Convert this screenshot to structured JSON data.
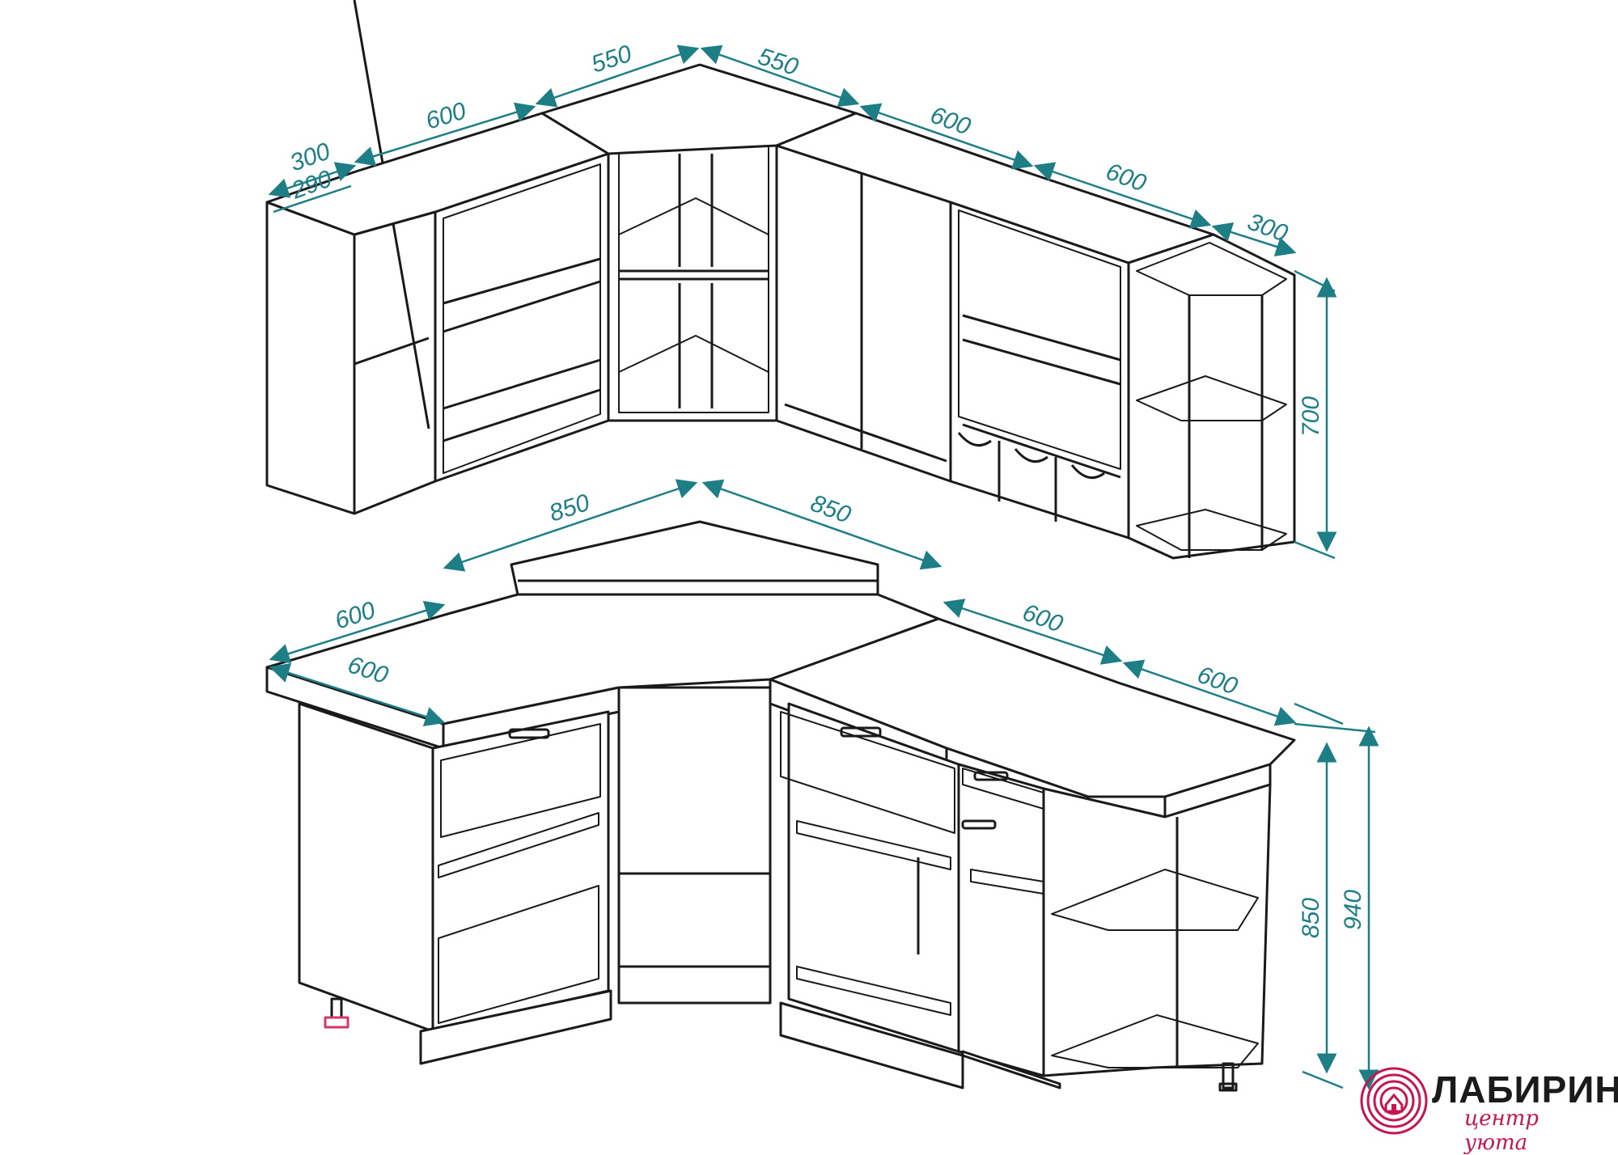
{
  "diagram": {
    "upper_dims": {
      "left_depth_outer": "300",
      "left_depth_inner": "290",
      "left_cabinet_width": "600",
      "corner_left": "550",
      "corner_right": "550",
      "right_cabinet_1": "600",
      "right_cabinet_2": "600",
      "right_end_shelf": "300",
      "upper_height": "700"
    },
    "lower_dims": {
      "corner_left": "850",
      "corner_right": "850",
      "left_depth": "600",
      "left_width": "600",
      "right_cabinet": "600",
      "right_end": "600",
      "carcass_height": "850",
      "total_height": "940"
    }
  },
  "brand": {
    "name": "ЛАБИРИНТ",
    "tagline": "центр уюта",
    "accent_color": "#c5174f",
    "dimension_color": "#1e7e86"
  }
}
